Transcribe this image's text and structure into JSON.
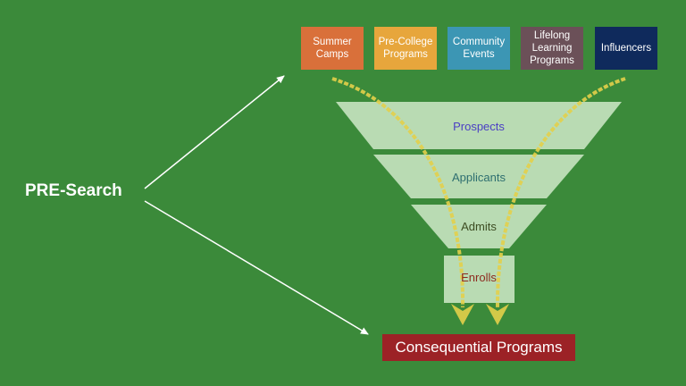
{
  "colors": {
    "background": "#3b8a3a",
    "funnel_fill": "#b9dbb3",
    "flow_arrow": "#e3cf4a",
    "connector_arrow": "#ffffff",
    "outcome_box": "#9c2226"
  },
  "sources": [
    {
      "label": "Summer\nCamps",
      "color": "#d9703a"
    },
    {
      "label": "Pre-College\nPrograms",
      "color": "#e7a63c"
    },
    {
      "label": "Community\nEvents",
      "color": "#3c96b4"
    },
    {
      "label": "Lifelong\nLearning\nPrograms",
      "color": "#6b5058"
    },
    {
      "label": "Influencers",
      "color": "#0f2a5c"
    }
  ],
  "left_label": "PRE-Search",
  "funnel": {
    "stages": [
      {
        "label": "Prospects",
        "color": "#4b3fc4"
      },
      {
        "label": "Applicants",
        "color": "#2e6f70"
      },
      {
        "label": "Admits",
        "color": "#3d4c22"
      },
      {
        "label": "Enrolls",
        "color": "#8d2a1f"
      }
    ]
  },
  "outcome": {
    "label": "Consequential Programs"
  }
}
